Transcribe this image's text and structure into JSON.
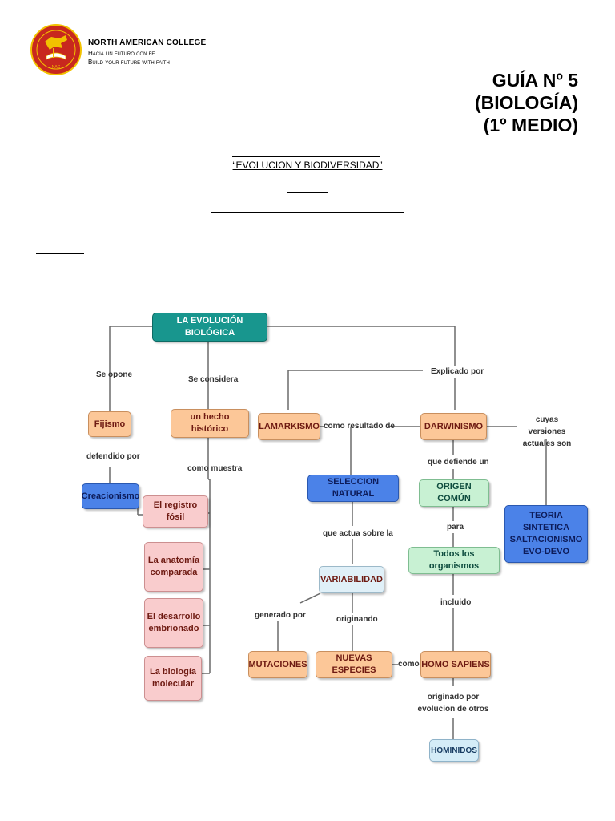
{
  "header": {
    "school_name": "NORTH AMERICAN COLLEGE",
    "motto_es": "Hacia un futuro con fe",
    "motto_en": "Build your future with faith",
    "logo_text": "NAC",
    "title_line1": "GUÍA Nº 5",
    "title_line2": "(BIOLOGÍA)",
    "title_line3": "(1º MEDIO)"
  },
  "subject": "“EVOLUCION Y BIODIVERSIDAD”",
  "colors": {
    "teal": "#18968e",
    "orange": "#fcc798",
    "pink": "#f9cccd",
    "blue": "#4b82e8",
    "green": "#c8f1d3",
    "logo_red": "#c8281e",
    "logo_gold": "#f2c200"
  },
  "concept_map": {
    "nodes": {
      "root": "LA EVOLUCIÓN BIOLÓGICA",
      "fijismo": "Fijismo",
      "creacionismo": "Creacionismo",
      "hecho": "un hecho histórico",
      "registro": "El registro fósil",
      "anatomia": "La anatomía comparada",
      "desarrollo": "El desarrollo embrionado",
      "biologia": "La biología molecular",
      "lamarkismo": "LAMARKISMO",
      "darwinismo": "DARWINISMO",
      "seleccion": "SELECCION NATURAL",
      "variabilidad": "VARIABILIDAD",
      "mutaciones": "MUTACIONES",
      "nuevas": "NUEVAS ESPECIES",
      "origen": "ORIGEN COMÚN",
      "organismos": "Todos los organismos",
      "homo": "HOMO SAPIENS",
      "hominidos": "HOMINIDOS",
      "teoria": "TEORIA SINTETICA SALTACIONISMO EVO-DEVO"
    },
    "links": {
      "se_opone": "Se opone",
      "se_considera": "Se considera",
      "explicado_por": "Explicado por",
      "defendido_por": "defendido por",
      "como_muestra": "como muestra",
      "como_resultado": "como resultado de",
      "cuyas_versiones": "cuyas versiones actuales son",
      "que_defiende": "que defiende un",
      "para": "para",
      "incluido": "incluido",
      "que_actua": "que actua sobre la",
      "generado_por": "generado por",
      "originando": "originando",
      "como": "como",
      "originado_por": "originado por evolucion de otros"
    }
  }
}
